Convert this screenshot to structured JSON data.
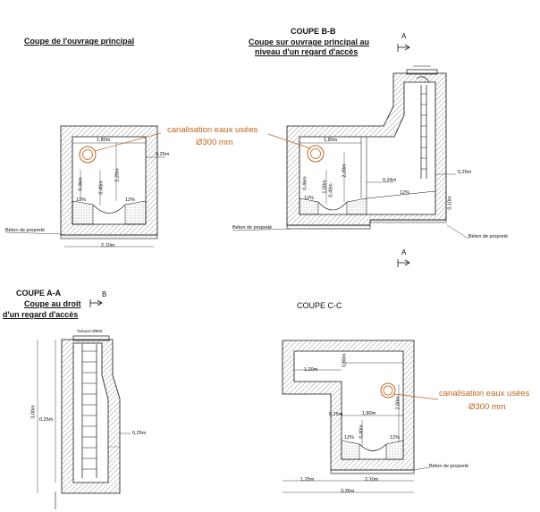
{
  "titles": {
    "main_section": "Coupe de l'ouvrage principal",
    "bb_heading": "COUPE B-B",
    "bb_sub1": "Coupe sur ouvrage principal au",
    "bb_sub2": "niveau d'un regard d'accès",
    "aa_heading": "COUPE A-A",
    "aa_sub1": "Coupe au droit",
    "aa_sub2": "d'un regard d'accès",
    "cc_heading": "COUPE C-C"
  },
  "section_markers": {
    "a_top": "A",
    "a_bottom": "A",
    "b": "B"
  },
  "labels": {
    "pipe_line1": "canalisation eaux usées",
    "pipe_line2": "Ø300 mm",
    "beton": "Béton de propreté",
    "tampon": "Tampon Ø800"
  },
  "dims": {
    "w180": "1,80m",
    "w210": "2,10m",
    "w120": "1,20m",
    "w125": "1,25m",
    "w335": "3,35m",
    "t025": "0,25m",
    "t024": "0,24m",
    "t010": "0,10m",
    "h046": "0,46m",
    "h040": "0,40m",
    "h220": "2,20m",
    "h150": "1,50m",
    "h080": "0,80m",
    "h300": "3,00m",
    "h260": "2,60m",
    "slope": "12%"
  },
  "colors": {
    "annotation": "#c0621c",
    "line": "#111111",
    "hatch": "#9a9a9a"
  }
}
